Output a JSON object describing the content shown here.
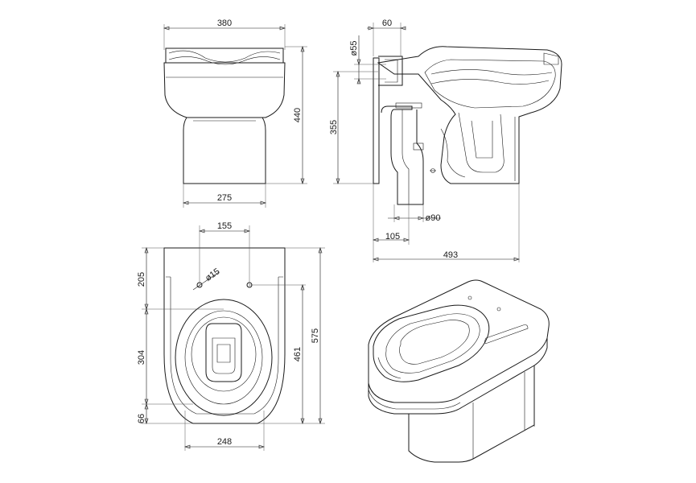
{
  "dimensions": {
    "front_width": "380",
    "front_height": "440",
    "front_base_width": "275",
    "side_outlet_offset": "60",
    "side_inlet_diameter": "ø55",
    "side_inlet_height": "355",
    "side_outlet_diameter": "ø90",
    "side_outlet_set_back": "105",
    "side_depth": "493",
    "plan_fixing_spacing": "155",
    "plan_fixing_hole": "ø15",
    "plan_top_offset": "205",
    "plan_mid_offset": "304",
    "plan_bottom_offset": "66",
    "plan_inner_depth": "461",
    "plan_overall_depth": "575",
    "plan_base_width": "248"
  }
}
